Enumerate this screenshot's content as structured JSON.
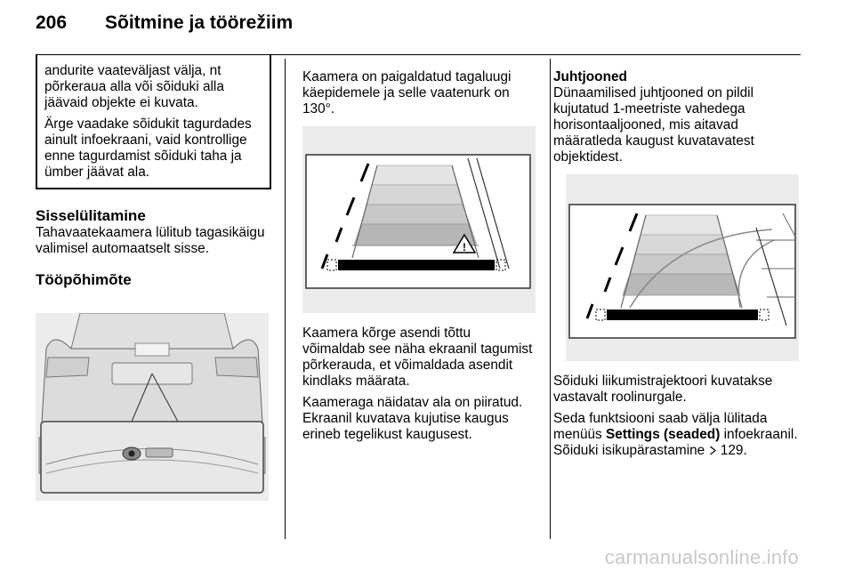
{
  "header": {
    "page_number": "206",
    "title": "Sõitmine ja töörežiim"
  },
  "col1": {
    "note_p1": "andurite vaateväljast välja, nt põrkeraua alla või sõiduki alla jäävaid objekte ei kuvata.",
    "note_p2": "Ärge vaadake sõidukit tagurdades ainult infoekraani, vaid kontrollige enne tagurdamist sõiduki taha ja ümber jäävat ala.",
    "heading_activation": "Sisselülitamine",
    "activation_text": "Tahavaatekaamera lülitub tagasikäigu valimisel automaatselt sisse.",
    "heading_principle": "Tööpõhimõte"
  },
  "col2": {
    "p1": "Kaamera on paigaldatud tagaluugi käepidemele ja selle vaatenurk on 130°.",
    "p2": "Kaamera kõrge asendi tõttu võimaldab see näha ekraanil tagumist põrkerauda, et võimaldada asendit kindlaks määrata.",
    "p3": "Kaameraga näidatav ala on piiratud. Ekraanil kuvatava kujutise kaugus erineb tegelikust kaugusest."
  },
  "col3": {
    "heading_guidelines": "Juhtjooned",
    "p1": "Dünaamilised juhtjooned on pildil kujutatud 1-meetriste vahedega horisontaaljooned, mis aitavad määratleda kaugust kuvatavatest objektidest.",
    "p2": "Sõiduki liikumistrajektoori kuvatakse vastavalt roolinurgale.",
    "p3_pre": "Seda funktsiooni saab välja lülitada menüüs",
    "p3_bold": "Settings (seaded)",
    "p3_post": "infoekraanil. Sõiduki isikupärastamine",
    "p3_ref_icon": "arrow-ref-icon",
    "p3_ref": "129."
  },
  "watermark": "carmanualsonline.info"
}
